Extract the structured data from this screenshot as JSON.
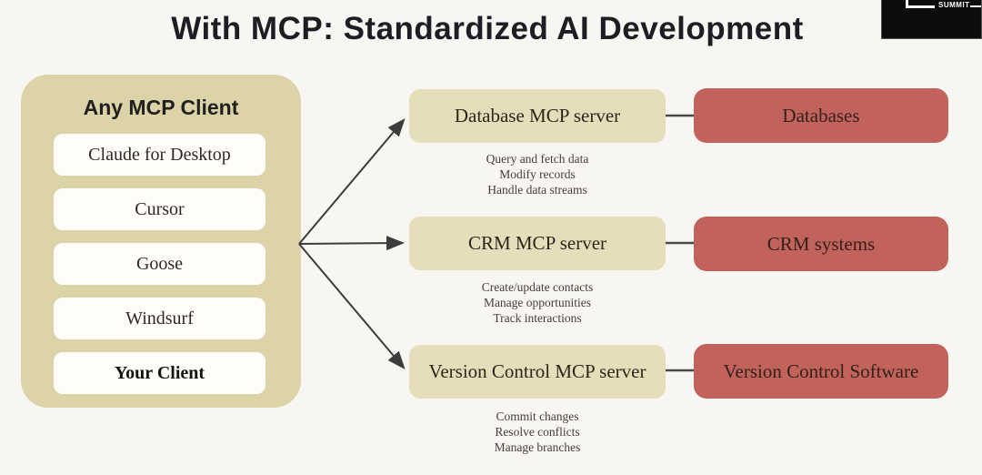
{
  "title": "With MCP: Standardized AI Development",
  "logo": {
    "summit_label": "SUMMIT"
  },
  "client_panel": {
    "header": "Any MCP Client",
    "items": [
      {
        "label": "Claude for Desktop"
      },
      {
        "label": "Cursor"
      },
      {
        "label": "Goose"
      },
      {
        "label": "Windsurf"
      },
      {
        "label": "Your Client"
      }
    ]
  },
  "rows": [
    {
      "server": "Database MCP server",
      "capabilities": [
        "Query and fetch data",
        "Modify records",
        "Handle data streams"
      ],
      "target": "Databases"
    },
    {
      "server": "CRM MCP server",
      "capabilities": [
        "Create/update contacts",
        "Manage opportunities",
        "Track interactions"
      ],
      "target": "CRM systems"
    },
    {
      "server": "Version Control MCP server",
      "capabilities": [
        "Commit changes",
        "Resolve conflicts",
        "Manage branches"
      ],
      "target": "Version Control Software"
    }
  ],
  "colors": {
    "background": "#f7f6f2",
    "panel_beige": "#ddd3a8",
    "server_beige": "#e6ddba",
    "target_red": "#c1635a",
    "arrow": "#3c3c3c",
    "title_text": "#1d1d23",
    "serif_text": "#2e2a22",
    "red_box_text": "#35201c"
  }
}
